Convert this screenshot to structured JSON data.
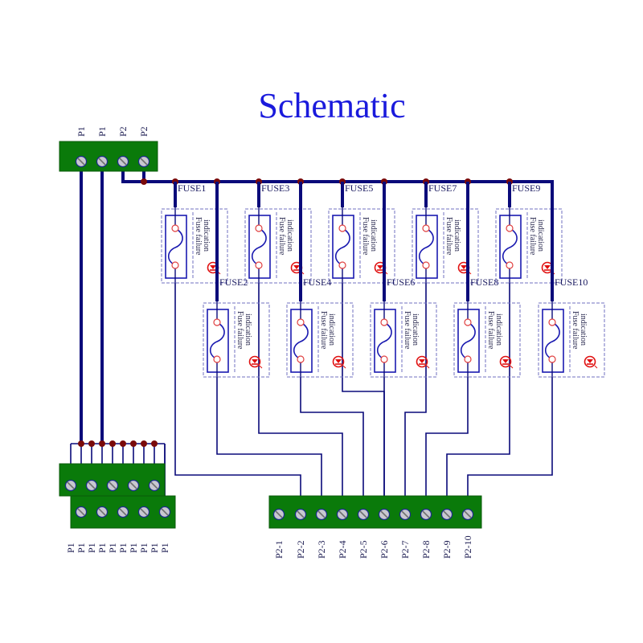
{
  "title": "Schematic",
  "colors": {
    "title": "#1a1adc",
    "wire": "#0a0a7a",
    "junction": "#7a0a0a",
    "terminal_block": "#0a7a0a",
    "screw": "#c8c8d0",
    "fuse_body": "#1a1ab0",
    "fuse_contact": "#e04040",
    "indicator": "#e01010",
    "dashed_box": "#7070c0"
  },
  "input_terminal": {
    "labels": [
      "P1",
      "P1",
      "P2",
      "P2"
    ]
  },
  "fuses": [
    {
      "label": "FUSE1",
      "indication": [
        "Fuse failure",
        "indication"
      ]
    },
    {
      "label": "FUSE2",
      "indication": [
        "Fuse failure",
        "indication"
      ]
    },
    {
      "label": "FUSE3",
      "indication": [
        "Fuse failure",
        "indication"
      ]
    },
    {
      "label": "FUSE4",
      "indication": [
        "Fuse failure",
        "indication"
      ]
    },
    {
      "label": "FUSE5",
      "indication": [
        "Fuse failure",
        "indication"
      ]
    },
    {
      "label": "FUSE6",
      "indication": [
        "Fuse failure",
        "indication"
      ]
    },
    {
      "label": "FUSE7",
      "indication": [
        "Fuse failure",
        "indication"
      ]
    },
    {
      "label": "FUSE8",
      "indication": [
        "Fuse failure",
        "indication"
      ]
    },
    {
      "label": "FUSE9",
      "indication": [
        "Fuse failure",
        "indication"
      ]
    },
    {
      "label": "FUSE10",
      "indication": [
        "Fuse failure",
        "indication"
      ]
    }
  ],
  "p1_output_terminal": {
    "labels": [
      "P1",
      "P1",
      "P1",
      "P1",
      "P1",
      "P1",
      "P1",
      "P1",
      "P1",
      "P1"
    ]
  },
  "p2_output_terminal": {
    "labels": [
      "P2-1",
      "P2-2",
      "P2-3",
      "P2-4",
      "P2-5",
      "P2-6",
      "P2-7",
      "P2-8",
      "P2-9",
      "P2-10"
    ]
  }
}
